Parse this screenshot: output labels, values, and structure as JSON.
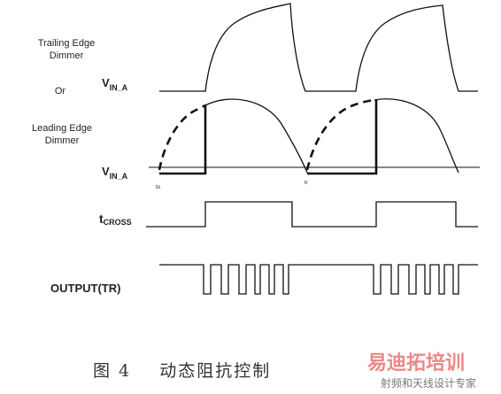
{
  "labels": {
    "trailing": [
      "Trailing Edge",
      "Dimmer"
    ],
    "or": "Or",
    "leading": [
      "Leading Edge",
      "Dimmer"
    ],
    "vin_a_top": {
      "main": "V",
      "sub": "IN_A"
    },
    "vin_a_bottom": {
      "main": "V",
      "sub": "IN_A"
    },
    "tcross": {
      "main": "t",
      "sub": "CROSS"
    },
    "output": "OUTPUT(TR)",
    "tick_a": "to",
    "tick_b": "tr"
  },
  "caption": "图 4    动态阻抗控制",
  "watermark": {
    "top": "易迪拓培训",
    "bottom": "射频和天线设计专家"
  }
}
